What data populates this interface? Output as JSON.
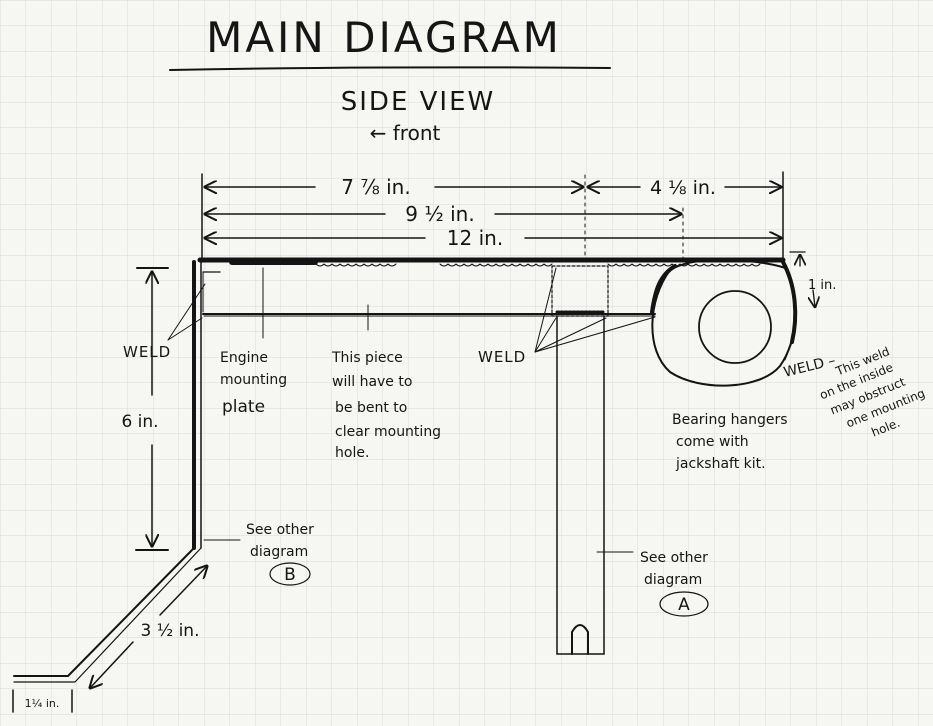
{
  "title": "MAIN DIAGRAM",
  "view": "SIDE VIEW",
  "front": "← front",
  "dimensions": {
    "d_7_8": "7 ⅞ in.",
    "d_4_1_8": "4 ⅛ in.",
    "d_9_5": "9 ½ in.",
    "d_12": "12 in.",
    "d_1": "1 in.",
    "d_6": "6 in.",
    "d_3_5": "3 ½ in.",
    "d_1_25": "1¼ in."
  },
  "labels": {
    "weld": "WELD",
    "engine_plate": [
      "Engine",
      "mounting",
      "plate"
    ],
    "bent_note": [
      "This piece",
      "will have to",
      "be bent to",
      "clear mounting",
      "hole."
    ],
    "bearing_note": [
      "Bearing hangers",
      "come with",
      "jackshaft kit."
    ],
    "weld_right": "WELD –",
    "weld_right_note": [
      "This weld",
      "on the inside",
      "may obstruct",
      "one mounting",
      "hole."
    ],
    "see_b": [
      "See other",
      "diagram"
    ],
    "ref_b": "B",
    "see_a": [
      "See other",
      "diagram"
    ],
    "ref_a": "A"
  }
}
